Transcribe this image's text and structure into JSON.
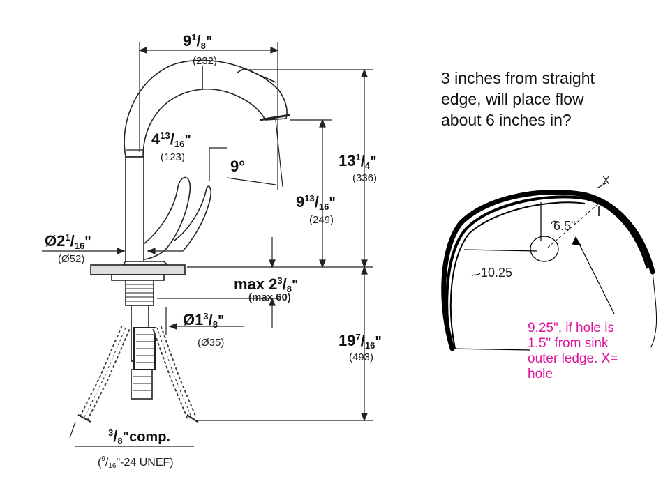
{
  "dimensions": {
    "spout_reach": {
      "label_whole": "9",
      "label_num": "1",
      "label_den": "8",
      "label_unit": "\"",
      "metric": "(232)"
    },
    "spout_height": {
      "label_whole": "13",
      "label_num": "1",
      "label_den": "4",
      "label_unit": "\"",
      "metric": "(336)"
    },
    "arc_radius": {
      "label_whole": "4",
      "label_num": "13",
      "label_den": "16",
      "label_unit": "\"",
      "metric": "(123)"
    },
    "angle": "9°",
    "aerator_height": {
      "label_whole": "9",
      "label_num": "13",
      "label_den": "16",
      "label_unit": "\"",
      "metric": "(249)"
    },
    "base_diameter": {
      "prefix": "Ø2",
      "label_num": "1",
      "label_den": "16",
      "label_unit": "\"",
      "metric": "(Ø52)"
    },
    "deck_thickness": {
      "prefix": "max 2",
      "label_num": "3",
      "label_den": "8",
      "label_unit": "\"",
      "metric": "(max 60)"
    },
    "hole_diameter": {
      "prefix": "Ø1",
      "label_num": "3",
      "label_den": "8",
      "label_unit": "\"",
      "metric": "(Ø35)"
    },
    "below_deck": {
      "label_whole": "19",
      "label_num": "7",
      "label_den": "16",
      "label_unit": "\"",
      "metric": "(493)"
    },
    "compression": {
      "label_num": "3",
      "label_den": "8",
      "label_text": "\"comp.",
      "thread_num": "9",
      "thread_den": "16",
      "thread_text": "\"-24 UNEF)",
      "thread_open": "("
    }
  },
  "question": {
    "line1": "3 inches from straight",
    "line2": "edge, will place flow",
    "line3": "about 6 inches in?"
  },
  "sink_sketch": {
    "x_label": "X",
    "radius_label": "6.5\"",
    "width_label": "10.25",
    "annotation": [
      "9.25\", if hole is",
      "1.5\" from sink",
      "outer ledge. X=",
      "hole"
    ],
    "annotation_color": "#e0129a"
  }
}
